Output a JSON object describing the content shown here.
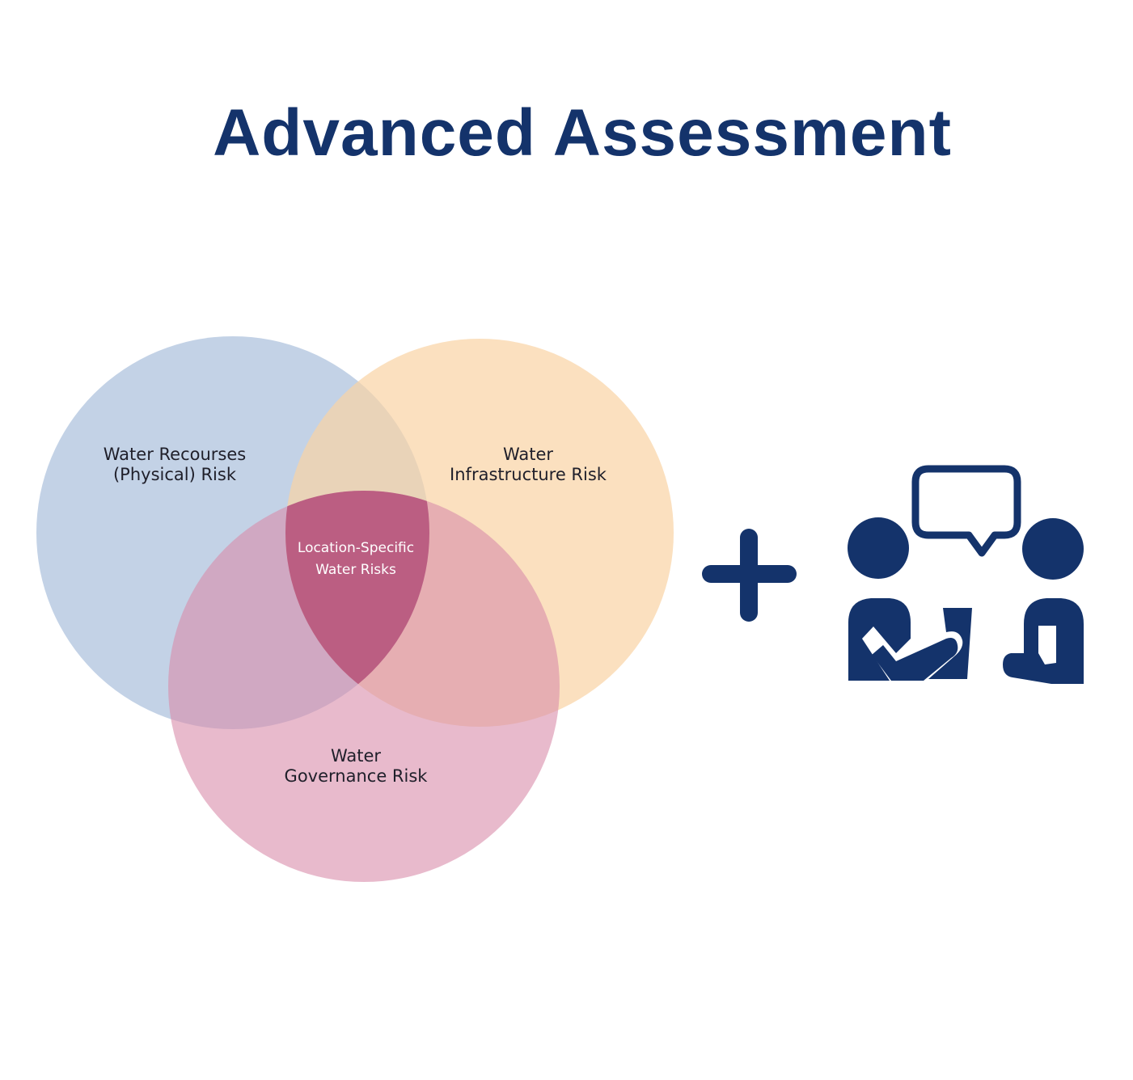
{
  "title": "Advanced Assessment",
  "colors": {
    "title": "#14336b",
    "icon": "#14336b",
    "circle_physical": "#a9bfdb",
    "circle_infrastructure": "#f9d3a4",
    "circle_governance": "#d98caa",
    "center": "#b85a80",
    "label_text": "#1f1f2a",
    "center_text": "#ffffff"
  },
  "venn": {
    "physical": {
      "line1": "Water Recourses",
      "line2": "(Physical) Risk"
    },
    "infrastructure": {
      "line1": "Water",
      "line2": "Infrastructure Risk"
    },
    "governance": {
      "line1": "Water",
      "line2": "Governance Risk"
    },
    "center": {
      "line1": "Location-Specific",
      "line2": "Water Risks"
    }
  },
  "icons": {
    "plus": "plus-icon",
    "consultation": "consultation-icon"
  }
}
